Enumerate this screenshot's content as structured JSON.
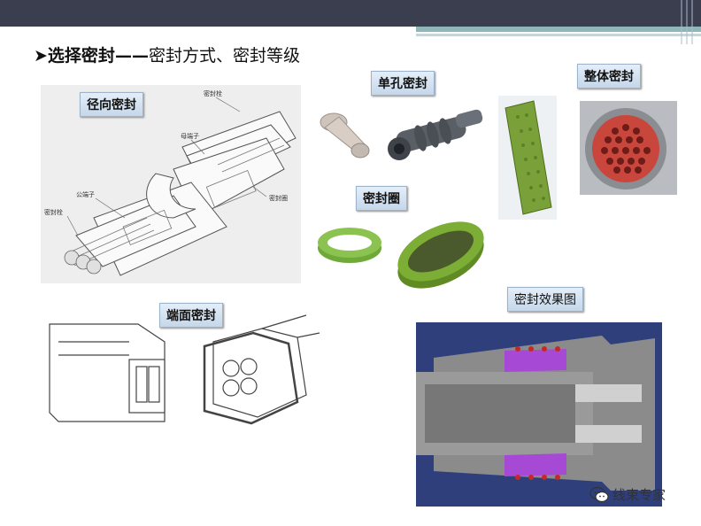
{
  "slide": {
    "title_bullet": "➤",
    "title_bold": "选择密封",
    "title_dash": "——",
    "title_rest": "密封方式、密封等级"
  },
  "labels": {
    "radial": "径向密封",
    "single_hole": "单孔密封",
    "whole": "整体密封",
    "ring": "密封圈",
    "face": "端面密封",
    "effect": "密封效果图"
  },
  "radial_diagram_callouts": {
    "seal_plug_top": "密封栓",
    "female_terminal": "母端子",
    "male_terminal": "公端子",
    "seal_ring": "密封圈",
    "seal_plug_left": "密封栓"
  },
  "watermark": {
    "icon": "wechat-icon",
    "text": "线束专家"
  },
  "colors": {
    "topbar": "#3a3e4f",
    "seal_green": "#7cb342",
    "seal_red": "#c9463d",
    "seal_purple": "#a64ad6",
    "effect_bg": "#2f3f7c"
  }
}
